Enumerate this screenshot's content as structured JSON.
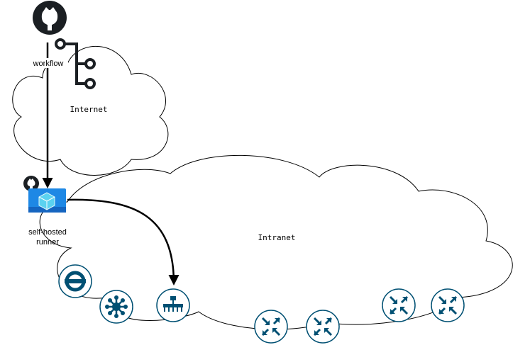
{
  "labels": {
    "workflow": "workflow",
    "internet": "Internet",
    "intranet": "Intranet",
    "runner_line1": "self-hosted",
    "runner_line2": "runner"
  },
  "colors": {
    "node_fill": "#ffffff",
    "node_stroke": "#005073",
    "icon": "#005073",
    "github": "#1b1f23",
    "vm_blue": "#1e88e5"
  },
  "icons": {
    "github": "github-icon",
    "workflow": "workflow-branch-icon",
    "runner": "virtual-machine-icon",
    "nodes": [
      "ring-node-icon",
      "hub-node-icon",
      "switch-node-icon",
      "router-icon",
      "router-icon",
      "router-icon",
      "router-icon"
    ]
  }
}
